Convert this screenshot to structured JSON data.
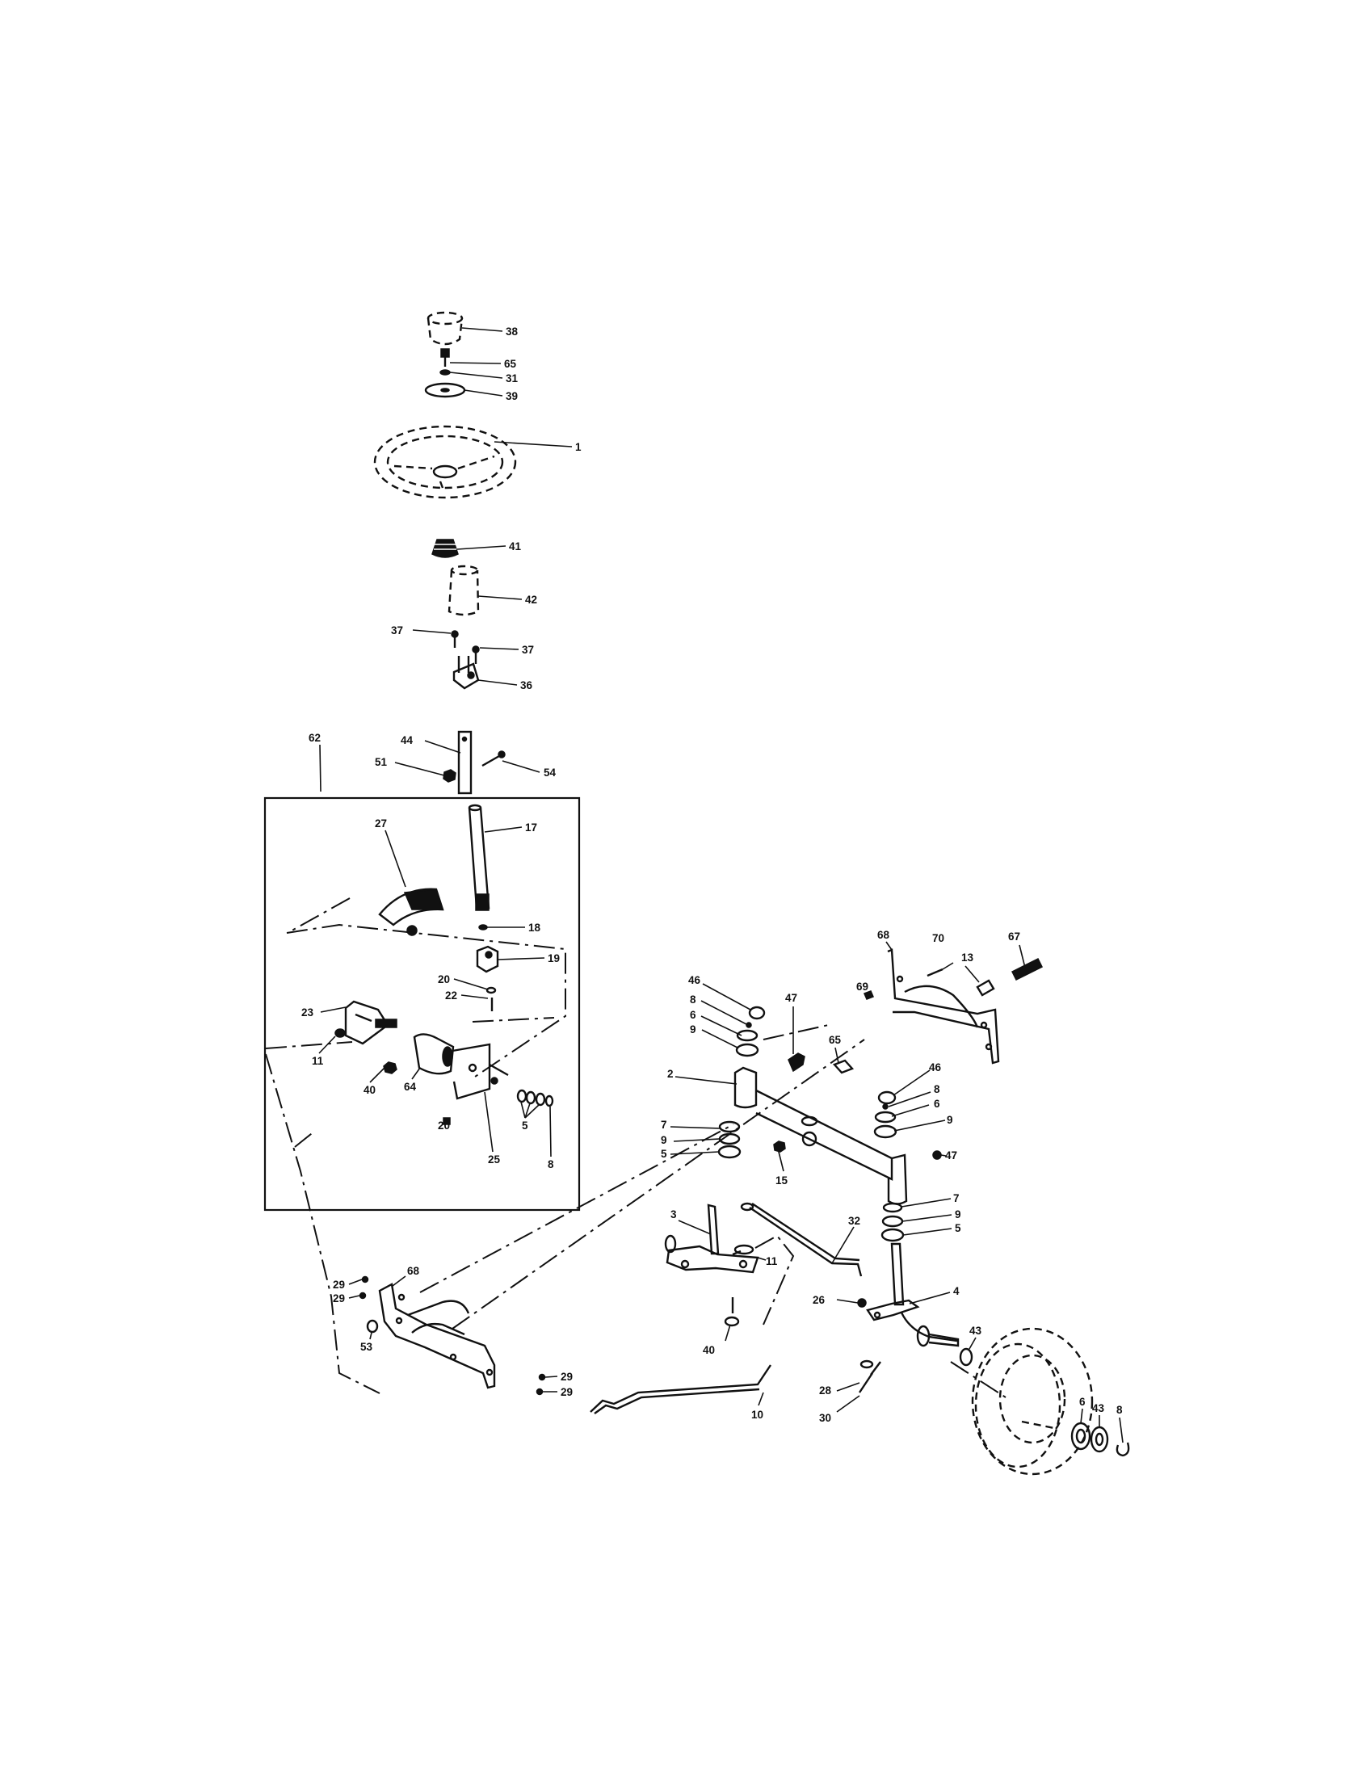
{
  "callouts": [
    {
      "id": "c38a",
      "label": "38"
    },
    {
      "id": "c65a",
      "label": "65"
    },
    {
      "id": "c31",
      "label": "31"
    },
    {
      "id": "c39",
      "label": "39"
    },
    {
      "id": "c1",
      "label": "1"
    },
    {
      "id": "c41",
      "label": "41"
    },
    {
      "id": "c42",
      "label": "42"
    },
    {
      "id": "c37a",
      "label": "37"
    },
    {
      "id": "c37b",
      "label": "37"
    },
    {
      "id": "c36",
      "label": "36"
    },
    {
      "id": "c62",
      "label": "62"
    },
    {
      "id": "c44",
      "label": "44"
    },
    {
      "id": "c51",
      "label": "51"
    },
    {
      "id": "c54",
      "label": "54"
    },
    {
      "id": "c17",
      "label": "17"
    },
    {
      "id": "c27",
      "label": "27"
    },
    {
      "id": "c18",
      "label": "18"
    },
    {
      "id": "c19",
      "label": "19"
    },
    {
      "id": "c20a",
      "label": "20"
    },
    {
      "id": "c22",
      "label": "22"
    },
    {
      "id": "c23",
      "label": "23"
    },
    {
      "id": "c11a",
      "label": "11"
    },
    {
      "id": "c40a",
      "label": "40"
    },
    {
      "id": "c64",
      "label": "64"
    },
    {
      "id": "c20b",
      "label": "20"
    },
    {
      "id": "c25",
      "label": "25"
    },
    {
      "id": "c5a",
      "label": "5"
    },
    {
      "id": "c8a",
      "label": "8"
    },
    {
      "id": "c68a",
      "label": "68"
    },
    {
      "id": "c70",
      "label": "70"
    },
    {
      "id": "c13",
      "label": "13"
    },
    {
      "id": "c67",
      "label": "67"
    },
    {
      "id": "c69",
      "label": "69"
    },
    {
      "id": "c46a",
      "label": "46"
    },
    {
      "id": "c8b",
      "label": "8"
    },
    {
      "id": "c6a",
      "label": "6"
    },
    {
      "id": "c9a",
      "label": "9"
    },
    {
      "id": "c47a",
      "label": "47"
    },
    {
      "id": "c65b",
      "label": "65"
    },
    {
      "id": "c2",
      "label": "2"
    },
    {
      "id": "c46b",
      "label": "46"
    },
    {
      "id": "c8c",
      "label": "8"
    },
    {
      "id": "c6b",
      "label": "6"
    },
    {
      "id": "c9b",
      "label": "9"
    },
    {
      "id": "c47b",
      "label": "47"
    },
    {
      "id": "c7a",
      "label": "7"
    },
    {
      "id": "c9c",
      "label": "9"
    },
    {
      "id": "c5b",
      "label": "5"
    },
    {
      "id": "c15",
      "label": "15"
    },
    {
      "id": "c7b",
      "label": "7"
    },
    {
      "id": "c9d",
      "label": "9"
    },
    {
      "id": "c5c",
      "label": "5"
    },
    {
      "id": "c3",
      "label": "3"
    },
    {
      "id": "c32",
      "label": "32"
    },
    {
      "id": "c11b",
      "label": "11"
    },
    {
      "id": "c4",
      "label": "4"
    },
    {
      "id": "c26",
      "label": "26"
    },
    {
      "id": "c40b",
      "label": "40"
    },
    {
      "id": "c68b",
      "label": "68"
    },
    {
      "id": "c29a",
      "label": "29"
    },
    {
      "id": "c29b",
      "label": "29"
    },
    {
      "id": "c53",
      "label": "53"
    },
    {
      "id": "c29c",
      "label": "29"
    },
    {
      "id": "c29d",
      "label": "29"
    },
    {
      "id": "c10",
      "label": "10"
    },
    {
      "id": "c28",
      "label": "28"
    },
    {
      "id": "c30",
      "label": "30"
    },
    {
      "id": "c43a",
      "label": "43"
    },
    {
      "id": "c6c",
      "label": "6"
    },
    {
      "id": "c43b",
      "label": "43"
    },
    {
      "id": "c8d",
      "label": "8"
    }
  ]
}
